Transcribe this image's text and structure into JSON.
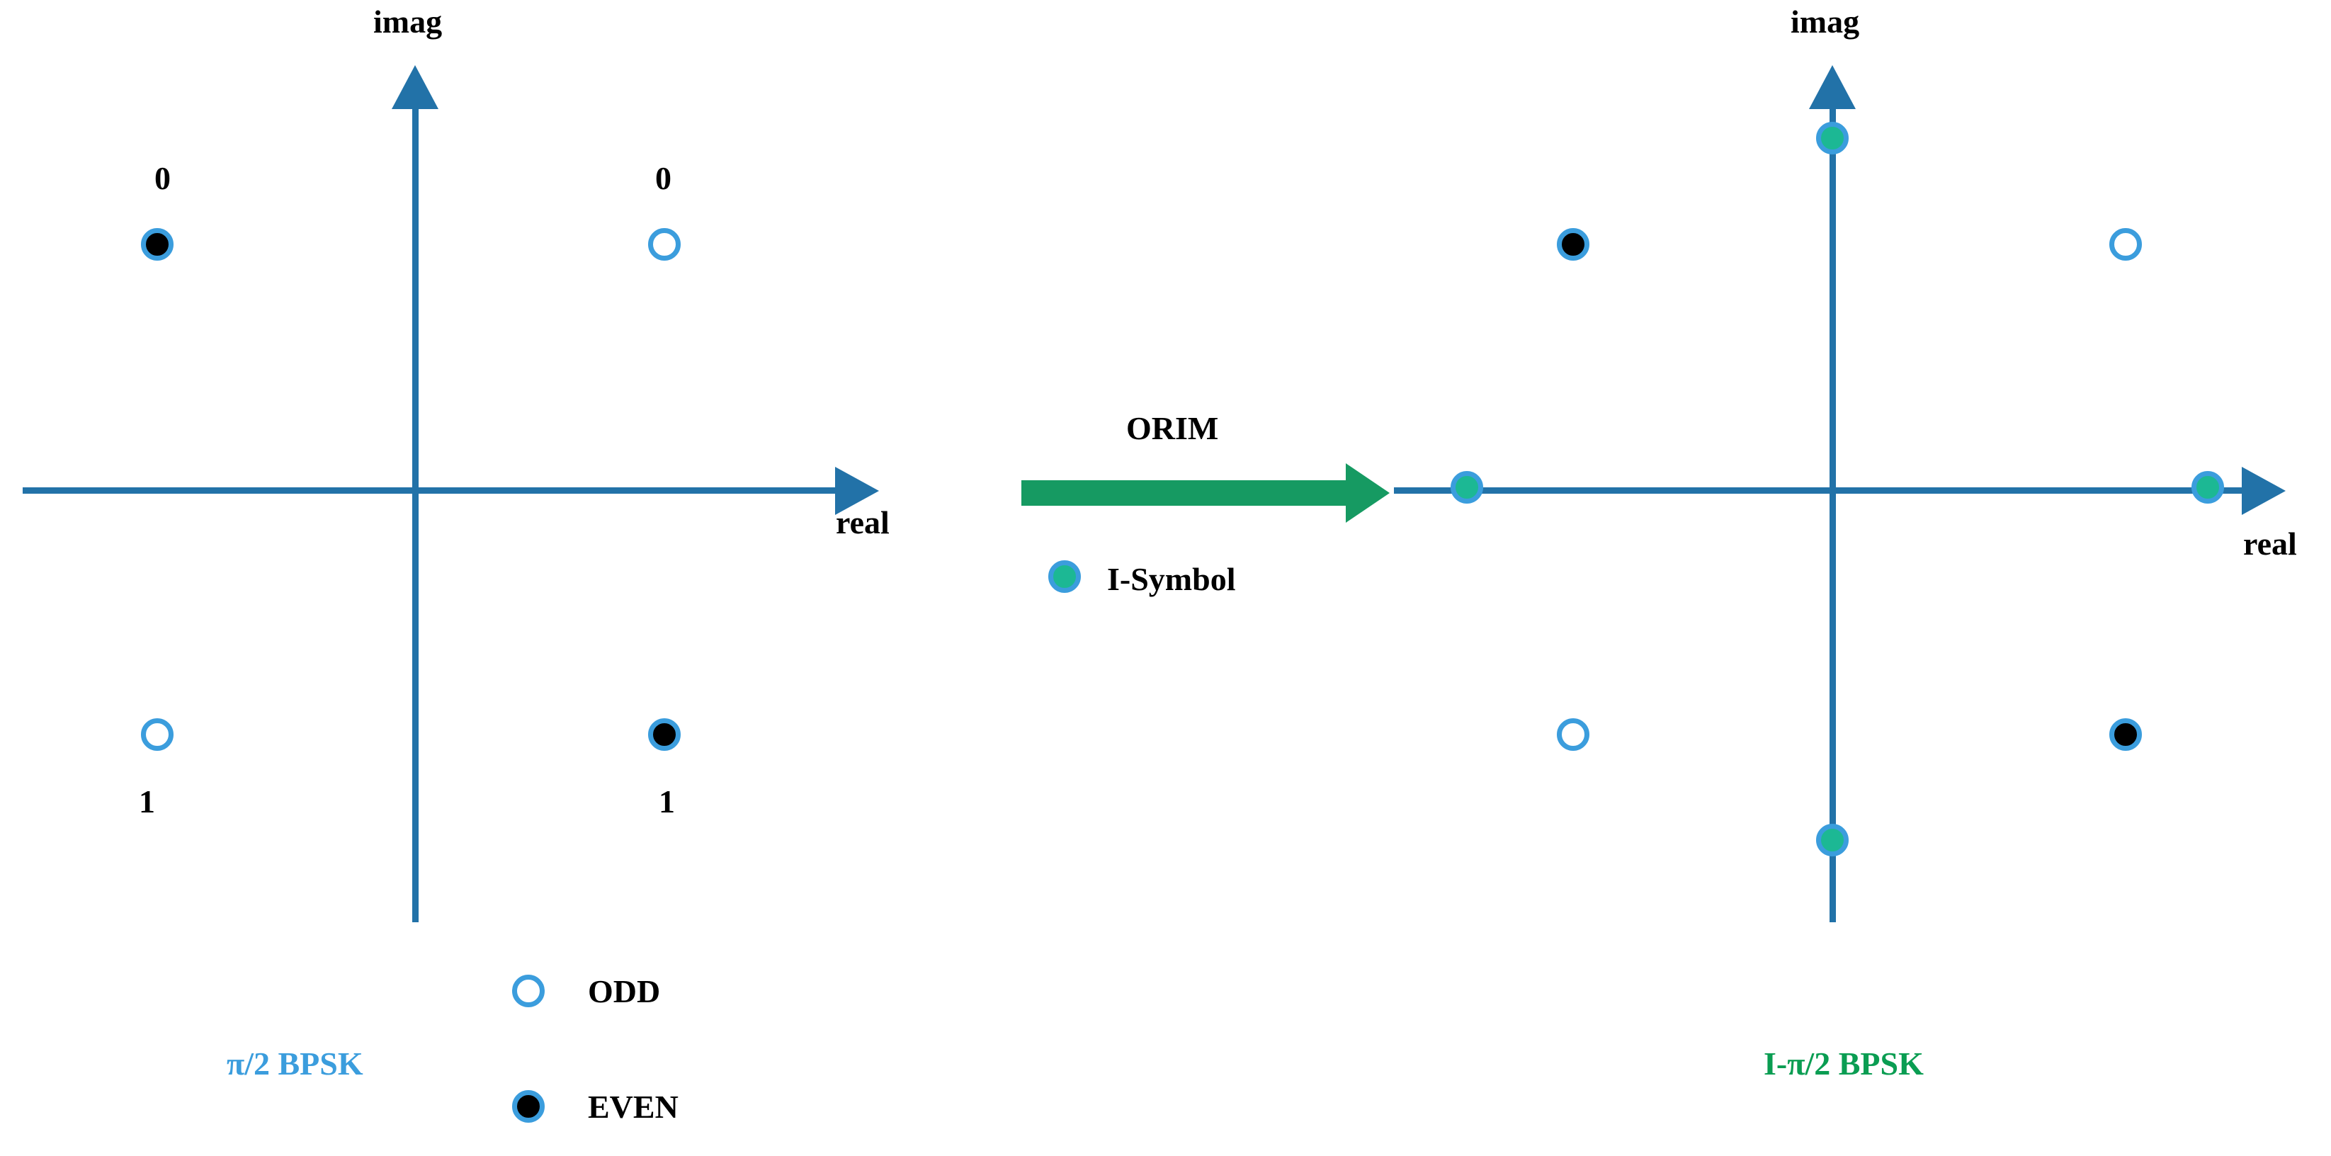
{
  "figure": {
    "title": "ORIM mapping from pi/2 BPSK to I-pi/2 BPSK constellation",
    "background": "#ffffff"
  },
  "colors": {
    "axis": "#2272a8",
    "marker_ring": "#3b9ddd",
    "even_fill": "#000000",
    "odd_fill": "#ffffff",
    "isymbol_fill": "#1cb894",
    "orim_arrow": "#169a62",
    "label_bpsk_left": "#3b9ddd",
    "label_bpsk_right": "#0a9d52",
    "text": "#000000"
  },
  "left_panel": {
    "name": "pi/2 BPSK constellation",
    "caption": "π/2 BPSK",
    "axis_imag_label": "imag",
    "axis_real_label": "real",
    "bit_labels": [
      {
        "text": "0",
        "quadrant": "upper-left"
      },
      {
        "text": "0",
        "quadrant": "upper-right"
      },
      {
        "text": "1",
        "quadrant": "lower-left"
      },
      {
        "text": "1",
        "quadrant": "lower-right"
      }
    ],
    "points": [
      {
        "kind": "EVEN",
        "bit": "0",
        "quadrant": "upper-left",
        "real": -1,
        "imag": 1
      },
      {
        "kind": "ODD",
        "bit": "0",
        "quadrant": "upper-right",
        "real": 1,
        "imag": 1
      },
      {
        "kind": "ODD",
        "bit": "1",
        "quadrant": "lower-left",
        "real": -1,
        "imag": -1
      },
      {
        "kind": "EVEN",
        "bit": "1",
        "quadrant": "lower-right",
        "real": 1,
        "imag": -1
      }
    ]
  },
  "transform": {
    "label": "ORIM",
    "arrow_direction": "right",
    "legend": {
      "symbol": "I-Symbol",
      "marker_kind": "ISYMBOL"
    }
  },
  "right_panel": {
    "name": "I-pi/2 BPSK constellation",
    "caption": "I-π/2 BPSK",
    "axis_imag_label": "imag",
    "axis_real_label": "real",
    "points": [
      {
        "kind": "EVEN",
        "quadrant": "upper-left",
        "real": -1,
        "imag": 1
      },
      {
        "kind": "ODD",
        "quadrant": "upper-right",
        "real": 1,
        "imag": 1
      },
      {
        "kind": "ODD",
        "quadrant": "lower-left",
        "real": -1,
        "imag": -1
      },
      {
        "kind": "EVEN",
        "quadrant": "lower-right",
        "real": 1,
        "imag": -1
      },
      {
        "kind": "ISYMBOL",
        "quadrant": "on-imag-axis-positive",
        "real": 0,
        "imag": 1.4
      },
      {
        "kind": "ISYMBOL",
        "quadrant": "on-real-axis-negative",
        "real": -1.4,
        "imag": 0
      },
      {
        "kind": "ISYMBOL",
        "quadrant": "on-real-axis-positive",
        "real": 1.4,
        "imag": 0
      },
      {
        "kind": "ISYMBOL",
        "quadrant": "on-imag-axis-negative",
        "real": 0,
        "imag": -1.4
      }
    ]
  },
  "legend": {
    "items": [
      {
        "marker_kind": "ODD",
        "label": "ODD"
      },
      {
        "marker_kind": "EVEN",
        "label": "EVEN"
      }
    ]
  }
}
